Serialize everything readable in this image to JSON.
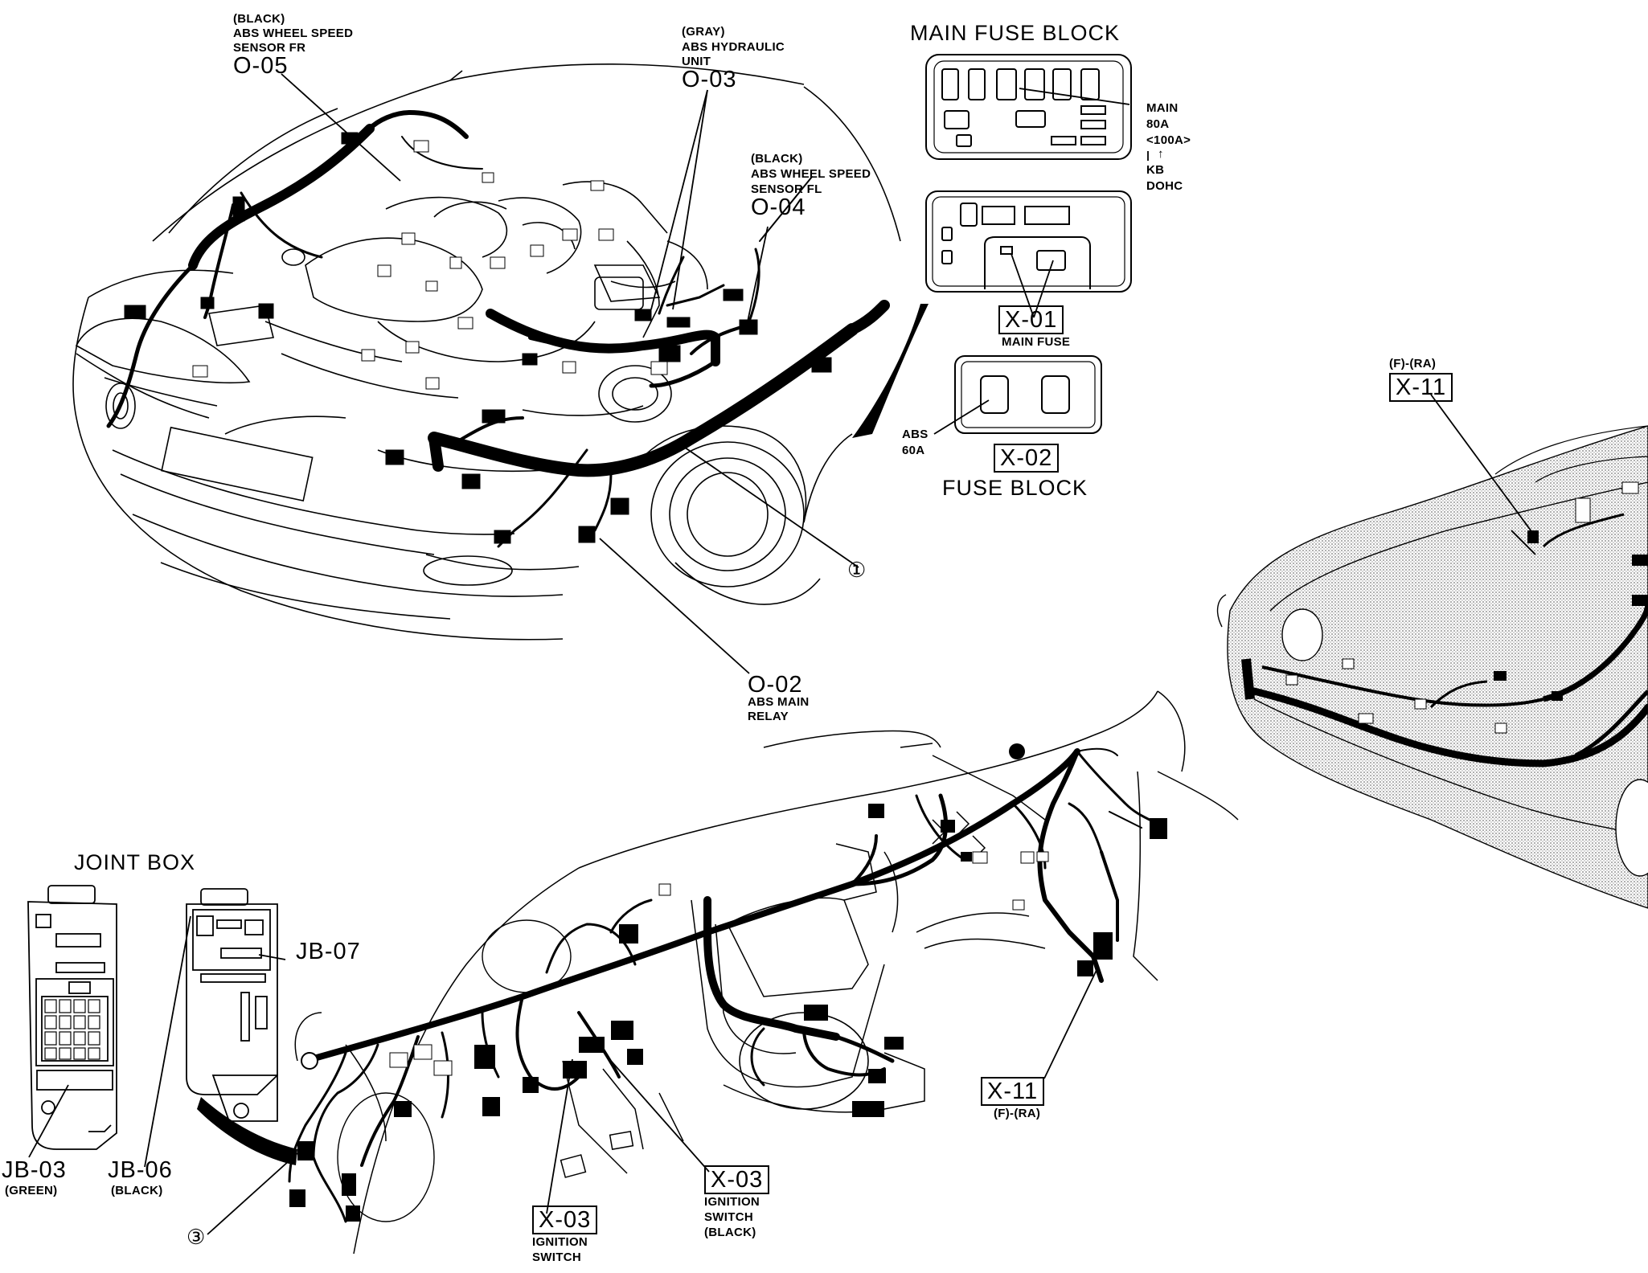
{
  "labels": {
    "o05_color": "(BLACK)",
    "o05_name1": "ABS WHEEL SPEED",
    "o05_name2": "SENSOR FR",
    "o05_code": "O-05",
    "o03_color": "(GRAY)",
    "o03_name1": "ABS HYDRAULIC",
    "o03_name2": "UNIT",
    "o03_code": "O-03",
    "o04_color": "(BLACK)",
    "o04_name1": "ABS WHEEL SPEED",
    "o04_name2": "SENSOR FL",
    "o04_code": "O-04",
    "o02_code": "O-02",
    "o02_name1": "ABS MAIN",
    "o02_name2": "RELAY",
    "callout1": "①",
    "callout3": "③",
    "main_fuse_block": "MAIN FUSE BLOCK",
    "main_note1": "MAIN",
    "main_note2": "80A",
    "main_note3": "<100A>",
    "main_note4": "↑",
    "main_note5": "KB",
    "main_note6": "DOHC",
    "x01_code": "X-01",
    "x01_name": "MAIN FUSE",
    "abs_fuse1": "ABS",
    "abs_fuse2": "60A",
    "x02_code": "X-02",
    "fuse_block": "FUSE BLOCK",
    "x11_top_suffix": "(F)-(RA)",
    "x11_top_code": "X-11",
    "x11_bottom_code": "X-11",
    "x11_bottom_suffix": "(F)-(RA)",
    "joint_box": "JOINT BOX",
    "jb07_code": "JB-07",
    "jb03_code": "JB-03",
    "jb03_color": "(GREEN)",
    "jb06_code": "JB-06",
    "jb06_color": "(BLACK)",
    "x03_right_code": "X-03",
    "x03_right_name1": "IGNITION",
    "x03_right_name2": "SWITCH",
    "x03_right_name3": "(BLACK)",
    "x03_left_code": "X-03",
    "x03_left_name1": "IGNITION",
    "x03_left_name2": "SWITCH"
  },
  "colors": {
    "ink": "#000000",
    "paper": "#ffffff",
    "shade": "#8a8a8a"
  }
}
